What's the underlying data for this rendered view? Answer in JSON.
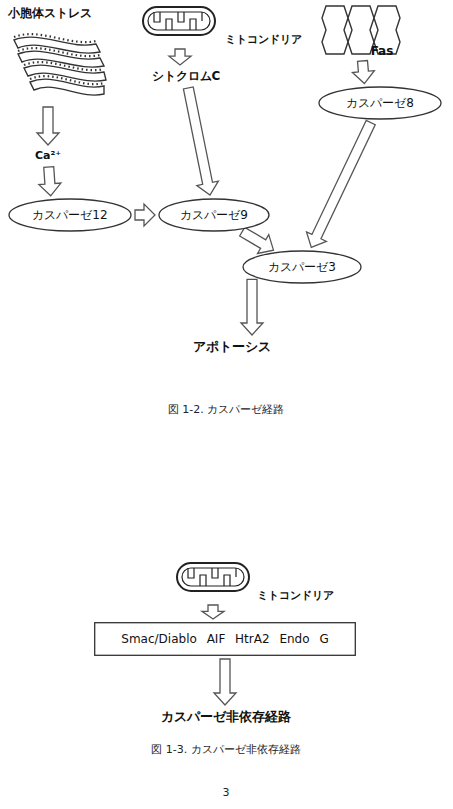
{
  "diagram": {
    "nodes": [
      {
        "text": [
          "小胞体ストレス"
        ]
      },
      {
        "text": [
          "ミトコンドリア"
        ]
      },
      {
        "text": [
          "Fas"
        ]
      },
      {
        "text": [
          "シトクロムC"
        ]
      },
      {
        "text": [
          "カスパーゼ8"
        ]
      },
      {
        "text": [
          "Ca²⁺"
        ]
      },
      {
        "text": [
          "カスパーゼ12"
        ]
      },
      {
        "text": [
          "カスパーゼ9"
        ]
      },
      {
        "text": [
          "カスパーゼ3"
        ]
      },
      {
        "text": [
          "アポトーシス"
        ]
      },
      {
        "text": [
          "ミトコンドリア"
        ]
      },
      {
        "text": [
          "Smac/Diablo AIF HtrA2 Endo G"
        ]
      },
      {
        "text": [
          "カスパーゼ非依存経路"
        ]
      }
    ],
    "edges": [
      {
        "from": 0,
        "to": 5,
        "arrow": "to"
      },
      {
        "from": 5,
        "to": 6,
        "arrow": "to"
      },
      {
        "from": 1,
        "to": 3,
        "arrow": "to"
      },
      {
        "from": 3,
        "to": 7,
        "arrow": "to"
      },
      {
        "from": 2,
        "to": 4,
        "arrow": "to"
      },
      {
        "from": 6,
        "to": 7,
        "arrow": "to"
      },
      {
        "from": 7,
        "to": 8,
        "arrow": "to"
      },
      {
        "from": 4,
        "to": 8,
        "arrow": "to"
      },
      {
        "from": 8,
        "to": 9,
        "arrow": "to"
      },
      {
        "from": 10,
        "to": 11,
        "arrow": "to"
      },
      {
        "from": 11,
        "to": 12,
        "arrow": "to"
      }
    ],
    "labels": [
      "図 1-2. カスパーゼ経路",
      "図 1-3. カスパーゼ非依存経路",
      "3"
    ]
  }
}
